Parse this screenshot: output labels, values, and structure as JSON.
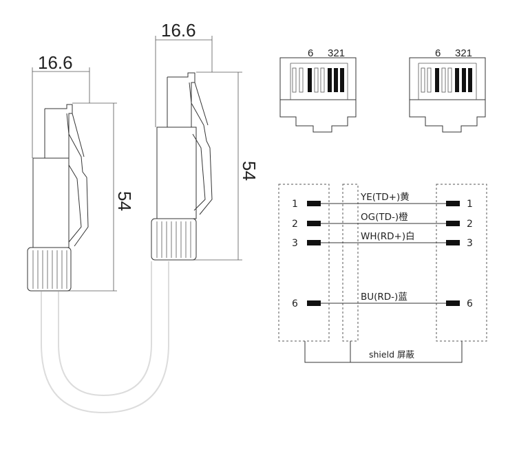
{
  "dimensions": {
    "left_width": "16.6",
    "right_width": "16.6",
    "left_height": "54",
    "right_height": "54"
  },
  "top_views": [
    {
      "pin6_label": "6",
      "pins321_label": "321"
    },
    {
      "pin6_label": "6",
      "pins321_label": "321"
    }
  ],
  "wiring": {
    "rows": [
      {
        "left_pin": "1",
        "right_pin": "1",
        "label": "YE(TD+)黄"
      },
      {
        "left_pin": "2",
        "right_pin": "2",
        "label": "OG(TD-)橙"
      },
      {
        "left_pin": "3",
        "right_pin": "3",
        "label": "WH(RD+)白"
      },
      {
        "left_pin": "6",
        "right_pin": "6",
        "label": "BU(RD-)蓝"
      }
    ],
    "shield_label": "shield 屏蔽"
  }
}
